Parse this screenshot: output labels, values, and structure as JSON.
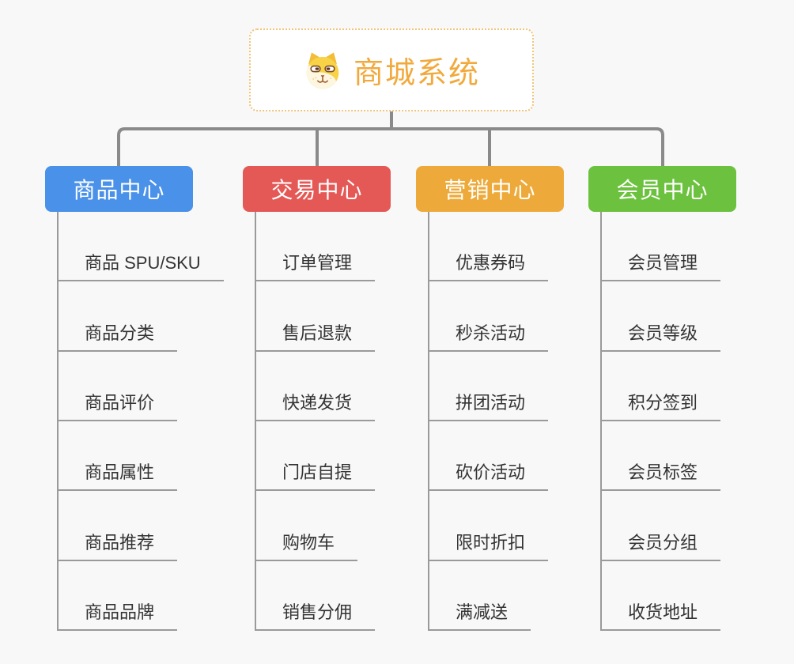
{
  "root": {
    "title": "商城系统",
    "icon": "dog-icon"
  },
  "branches": [
    {
      "label": "商品中心",
      "color": "#4a91e9",
      "children": [
        "商品 SPU/SKU",
        "商品分类",
        "商品评价",
        "商品属性",
        "商品推荐",
        "商品品牌"
      ]
    },
    {
      "label": "交易中心",
      "color": "#e45956",
      "children": [
        "订单管理",
        "售后退款",
        "快递发货",
        "门店自提",
        "购物车",
        "销售分佣"
      ]
    },
    {
      "label": "营销中心",
      "color": "#edaa3a",
      "children": [
        "优惠券码",
        "秒杀活动",
        "拼团活动",
        "砍价活动",
        "限时折扣",
        "满减送"
      ]
    },
    {
      "label": "会员中心",
      "color": "#6cc23f",
      "children": [
        "会员管理",
        "会员等级",
        "积分签到",
        "会员标签",
        "会员分组",
        "收货地址"
      ]
    }
  ],
  "colors": {
    "background": "#f8f8f8",
    "root_border": "#f1c478",
    "root_title": "#f2a93c",
    "connector": "#8a8a8a",
    "trunk_line": "#9a9a9a",
    "sub_text": "#333333",
    "branch_text": "#ffffff"
  }
}
